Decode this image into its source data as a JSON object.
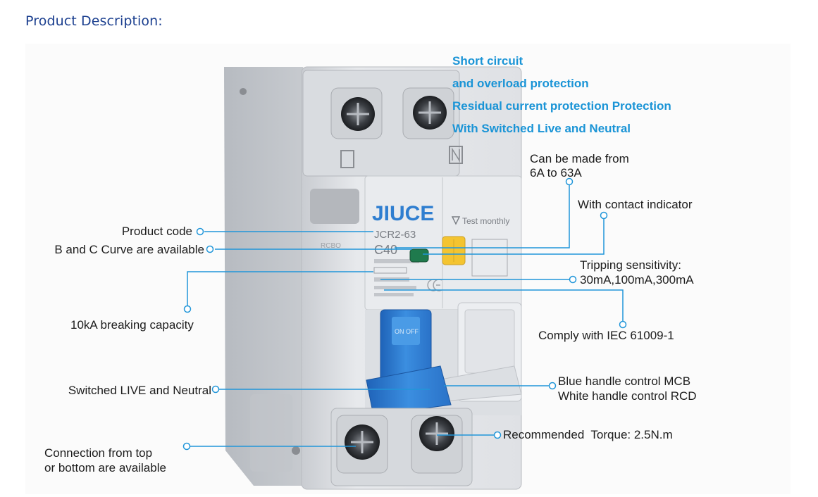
{
  "header": {
    "title": "Product Description:"
  },
  "product": {
    "brand": "JIUCE",
    "model": "JCR2-63",
    "rating": "C40",
    "test_label": "Test monthly",
    "rcbo_label": "RCBO",
    "onoff_label": "ON OFF"
  },
  "features": [
    "Short circuit",
    "and overload protection",
    "Residual current protection Protection",
    "With Switched Live and Neutral"
  ],
  "annotations": {
    "product_code": "Product code",
    "curve": "B and C Curve are available",
    "breaking": "10kA breaking capacity",
    "switched": "Switched LIVE and Neutral",
    "connection_1": "Connection from top",
    "connection_2": "or bottom are available",
    "range_1": "Can be made from",
    "range_2": "6A to 63A",
    "indicator": "With contact indicator",
    "sensitivity_1": "Tripping sensitivity:",
    "sensitivity_2": "30mA,100mA,300mA",
    "comply": "Comply with IEC 61009-1",
    "handle_1": "Blue handle control MCB",
    "handle_2": "White handle control RCD",
    "torque": "Recommended  Torque: 2.5N.m"
  },
  "colors": {
    "heading": "#1b3f8f",
    "highlight": "#1a94d6",
    "callout_line": "#2196d9",
    "handle_blue": "#2e7fd4",
    "indicator_yellow": "#f4c430",
    "indicator_green": "#1f7a4d"
  }
}
